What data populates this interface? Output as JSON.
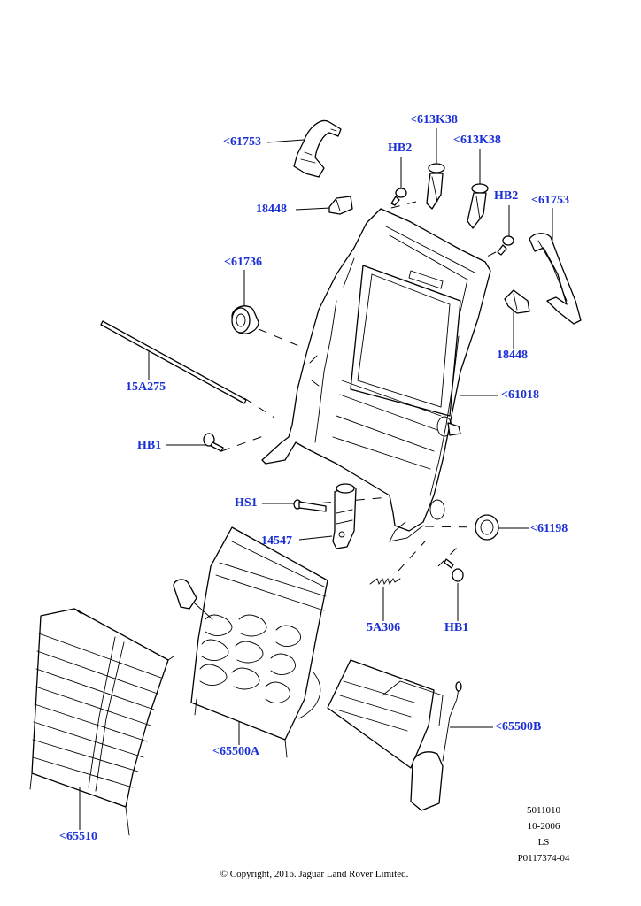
{
  "diagram": {
    "callouts": {
      "c61753_left": "<61753",
      "c613k38_top": "<613K38",
      "c613k38_mid": "<613K38",
      "hb2_left": "HB2",
      "hb2_right": "HB2",
      "c61753_right": "<61753",
      "c18448_left": "18448",
      "c61736": "<61736",
      "c18448_right": "18448",
      "c15a275": "15A275",
      "c61018": "<61018",
      "hb1_left": "HB1",
      "hs1": "HS1",
      "c14547": "14547",
      "c61198": "<61198",
      "c5a306": "5A306",
      "hb1_bottom": "HB1",
      "c65500b": "<65500B",
      "c65500a": "<65500A",
      "c65510": "<65510"
    },
    "reference": {
      "code": "5011010",
      "date": "10-2006",
      "initials": "LS",
      "part_ref": "P0117374-04"
    },
    "copyright": "© Copyright, 2016. Jaguar Land Rover Limited.",
    "label_color": "#1a2fd6"
  }
}
